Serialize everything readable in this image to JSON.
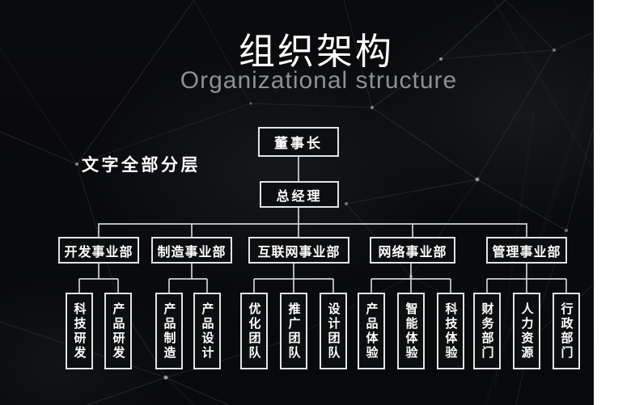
{
  "header": {
    "title": "组织架构",
    "subtitle": "Organizational structure"
  },
  "annotation": {
    "side_label": "文字全部分层"
  },
  "org": {
    "chairman": "董事长",
    "general_manager": "总经理",
    "departments": [
      {
        "label": "开发事业部",
        "children": [
          "科技研发",
          "产品研发"
        ]
      },
      {
        "label": "制造事业部",
        "children": [
          "产品制造",
          "产品设计"
        ]
      },
      {
        "label": "互联网事业部",
        "children": [
          "优化团队",
          "推广团队",
          "设计团队"
        ]
      },
      {
        "label": "网络事业部",
        "children": [
          "产品体验",
          "智能体验",
          "科技体验"
        ]
      },
      {
        "label": "管理事业部",
        "children": [
          "财务部门",
          "人力资源",
          "行政部门"
        ]
      }
    ]
  },
  "colors": {
    "slide_background": "#0a0b0d",
    "box_border": "#e3e4e5",
    "box_fill": "#0c0e10",
    "text": "#ffffff",
    "subtitle_text": "#8d9093",
    "connector": "#cfd2d4",
    "mesh_line": "#565b60",
    "right_margin": "#ffffff"
  }
}
